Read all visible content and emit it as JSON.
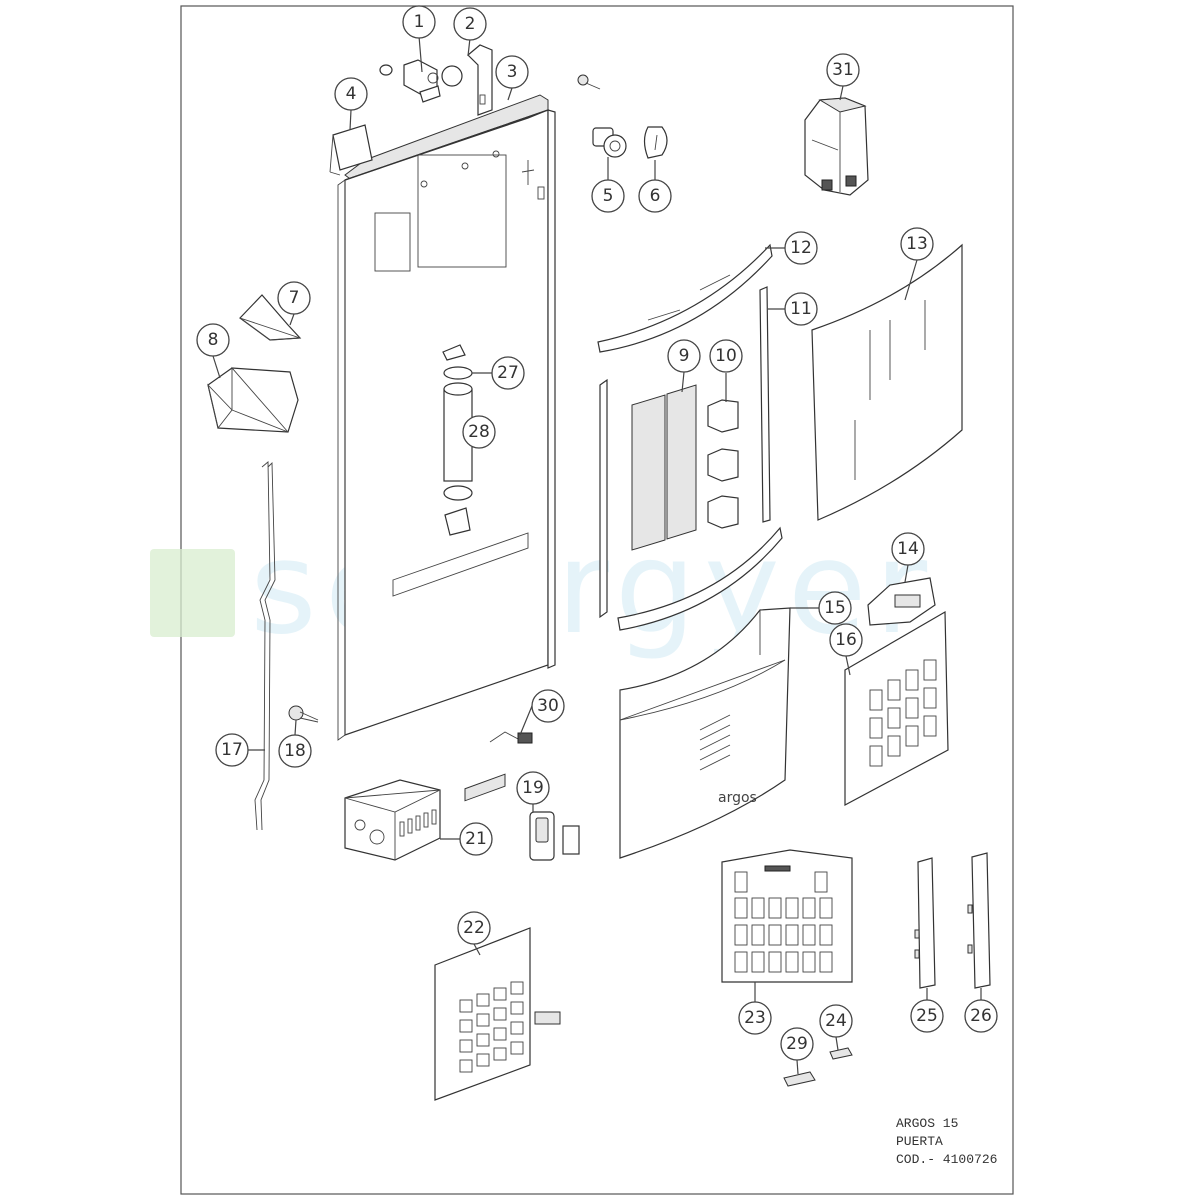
{
  "watermark": {
    "text": "setergyer",
    "color": "#c6e2ef",
    "box_color": "#cfe8c5"
  },
  "title_block": {
    "line1": "ARGOS 15",
    "line2": "PUERTA",
    "line3": "COD.- 4100726"
  },
  "product_logo": "argos",
  "callouts": [
    {
      "id": "1",
      "label": "1"
    },
    {
      "id": "2",
      "label": "2"
    },
    {
      "id": "3",
      "label": "3"
    },
    {
      "id": "4",
      "label": "4"
    },
    {
      "id": "5",
      "label": "5"
    },
    {
      "id": "6",
      "label": "6"
    },
    {
      "id": "7",
      "label": "7"
    },
    {
      "id": "8",
      "label": "8"
    },
    {
      "id": "9",
      "label": "9"
    },
    {
      "id": "10",
      "label": "10"
    },
    {
      "id": "11",
      "label": "11"
    },
    {
      "id": "12",
      "label": "12"
    },
    {
      "id": "13",
      "label": "13"
    },
    {
      "id": "14",
      "label": "14"
    },
    {
      "id": "15",
      "label": "15"
    },
    {
      "id": "16",
      "label": "16"
    },
    {
      "id": "17",
      "label": "17"
    },
    {
      "id": "18",
      "label": "18"
    },
    {
      "id": "19",
      "label": "19"
    },
    {
      "id": "21",
      "label": "21"
    },
    {
      "id": "22",
      "label": "22"
    },
    {
      "id": "23",
      "label": "23"
    },
    {
      "id": "24",
      "label": "24"
    },
    {
      "id": "25",
      "label": "25"
    },
    {
      "id": "26",
      "label": "26"
    },
    {
      "id": "27",
      "label": "27"
    },
    {
      "id": "28",
      "label": "28"
    },
    {
      "id": "29",
      "label": "29"
    },
    {
      "id": "30",
      "label": "30"
    },
    {
      "id": "31",
      "label": "31"
    }
  ]
}
